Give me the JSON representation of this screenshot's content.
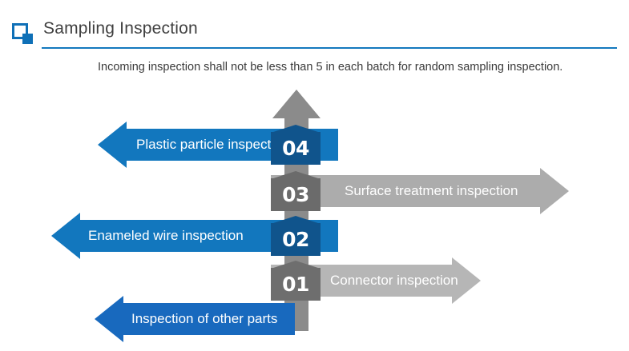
{
  "header": {
    "title": "Sampling Inspection",
    "icon": "square-outline-with-filled-corner-icon",
    "rule_color": "#1379BE"
  },
  "subtitle": "Incoming inspection shall not be less than 5 in each batch for random sampling inspection.",
  "colors": {
    "blue": "#1277BE",
    "blue_dark": "#10548C",
    "gray": "#8B8B8B",
    "gray_light": "#A8A8A8",
    "gray_dark": "#6B6B6B",
    "accent": "#0F70B7",
    "text": "#404040"
  },
  "center_arrow": {
    "name": "vertical-process-arrow",
    "direction": "up",
    "color": "#8B8B8B"
  },
  "steps": [
    {
      "number": "04",
      "label": "Plastic particle  inspection",
      "direction": "left",
      "color": "#1277BE",
      "banner_color": "#10548C"
    },
    {
      "number": "03",
      "label": "Surface treatment  inspection",
      "direction": "right",
      "color": "#ACACAC",
      "banner_color": "#6B6B6B"
    },
    {
      "number": "02",
      "label": "Enameled wire  inspection",
      "direction": "left",
      "color": "#1277BE",
      "banner_color": "#10548C"
    },
    {
      "number": "01",
      "label": "Connector  inspection",
      "direction": "right",
      "color": "#B6B6B6",
      "banner_color": "#6E6E6E"
    },
    {
      "number": "",
      "label": "Inspection of other  parts",
      "direction": "left",
      "color": "#1869BE",
      "banner_color": ""
    }
  ]
}
